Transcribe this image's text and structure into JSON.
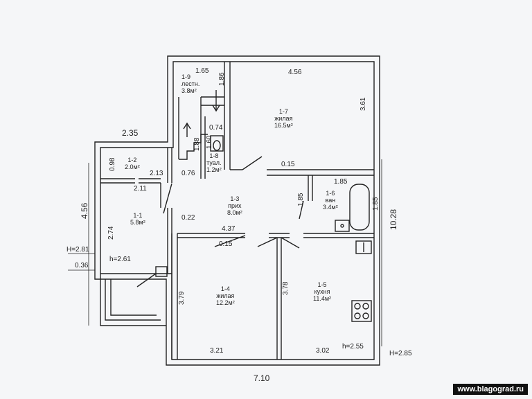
{
  "plan": {
    "rooms": {
      "r19": {
        "code": "1-9",
        "name": "лестн.",
        "area": "3.8м²"
      },
      "r17": {
        "code": "1-7",
        "name": "жилая",
        "area": "16.5м²"
      },
      "r18": {
        "code": "1-8",
        "name": "туал.",
        "area": "1.2м²"
      },
      "r12": {
        "code": "1-2",
        "area": "2.0м²"
      },
      "r13": {
        "code": "1-3",
        "name": "прих",
        "area": "8.0м²"
      },
      "r16": {
        "code": "1-6",
        "name": "ван",
        "area": "3.4м²"
      },
      "r11": {
        "code": "1-1",
        "area": "5.8м²"
      },
      "r14": {
        "code": "1-4",
        "name": "жилая",
        "area": "12.2м²"
      },
      "r15": {
        "code": "1-5",
        "name": "кухня",
        "area": "11.4м²"
      }
    },
    "dims": {
      "d165": "1.65",
      "d456top": "4.56",
      "d186": "1.86",
      "d361": "3.61",
      "d074": "0.74",
      "d160": "1.60",
      "d188": "1.88",
      "d235": "2.35",
      "d098": "0.98",
      "d213": "2.13",
      "d076": "0.76",
      "d211": "2.11",
      "d015a": "0.15",
      "d185a": "1.85",
      "d185b": "1.85",
      "d185c": "1.85",
      "d022": "0.22",
      "d437": "4.37",
      "d015b": "0.15",
      "d274": "2.74",
      "d456left": "4.56",
      "h281": "H=2.81",
      "h261": "h=2.61",
      "d036": "0.36",
      "d379": "3.79",
      "d378": "3.78",
      "d1028": "10.28",
      "d321": "3.21",
      "d302": "3.02",
      "h255": "h=2.55",
      "h285": "H=2.85",
      "d710": "7.10"
    },
    "watermark": "www.blagograd.ru"
  }
}
